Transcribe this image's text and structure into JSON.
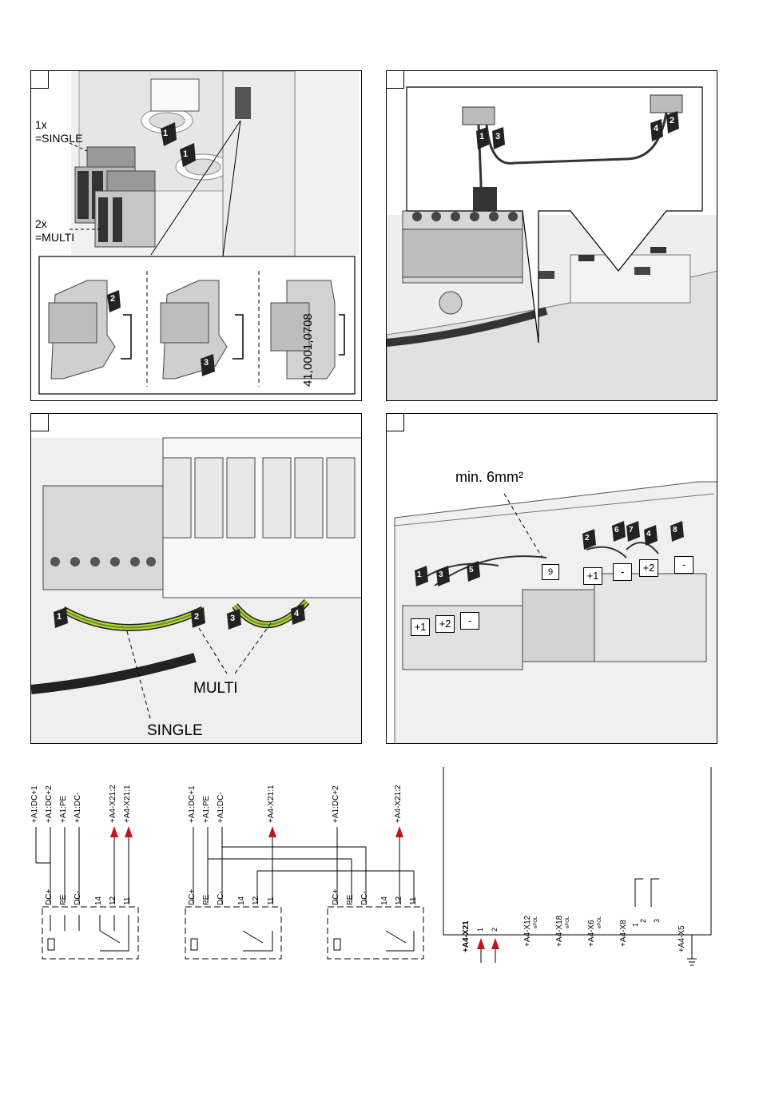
{
  "panel1": {
    "single_count": "1x",
    "single_label": "=SINGLE",
    "multi_count": "2x",
    "multi_label": "=MULTI",
    "part_number": "41,0001,0708",
    "steps": [
      "1",
      "1",
      "2",
      "3"
    ]
  },
  "panel2": {
    "steps": [
      "1",
      "3",
      "4",
      "2"
    ]
  },
  "panel3": {
    "multi": "MULTI",
    "single": "SINGLE",
    "steps": [
      "1",
      "2",
      "3",
      "4"
    ]
  },
  "panel4": {
    "cross_section": "min. 6mm²",
    "box_9": "9",
    "plus1": "+1",
    "plus2": "+2",
    "minus": "-",
    "steps": [
      "1",
      "3",
      "5",
      "2",
      "6",
      "7",
      "4",
      "8"
    ]
  },
  "schematic": {
    "group1": {
      "top": [
        "+A1:DC+1",
        "+A1:DC+2",
        "+A1:PE",
        "+A1:DC-",
        "+A4-X21:2",
        "+A4-X21:1"
      ],
      "terms": [
        "DC+",
        "PE",
        "DC-",
        "14",
        "12",
        "11"
      ]
    },
    "group2": {
      "top": [
        "+A1:DC+1",
        "+A1:PE",
        "+A1:DC-",
        "+A4-X21:1"
      ],
      "terms": [
        "DC+",
        "PE",
        "DC-",
        "14",
        "12",
        "11"
      ]
    },
    "group3": {
      "top": [
        "+A1:DC+2",
        "+A4-X21:2"
      ],
      "terms": [
        "DC+",
        "PE",
        "DC-",
        "14",
        "12",
        "11"
      ]
    },
    "inverter": {
      "connectors": [
        "+A4-X21",
        "+A4-X12",
        "+A4-X18",
        "+A4-X6",
        "+A4-X8",
        "+A4-X5"
      ],
      "pins_x21": [
        "1",
        "2"
      ],
      "pins_x8": [
        "1",
        "2",
        "3"
      ],
      "sub": "ePOL"
    }
  }
}
